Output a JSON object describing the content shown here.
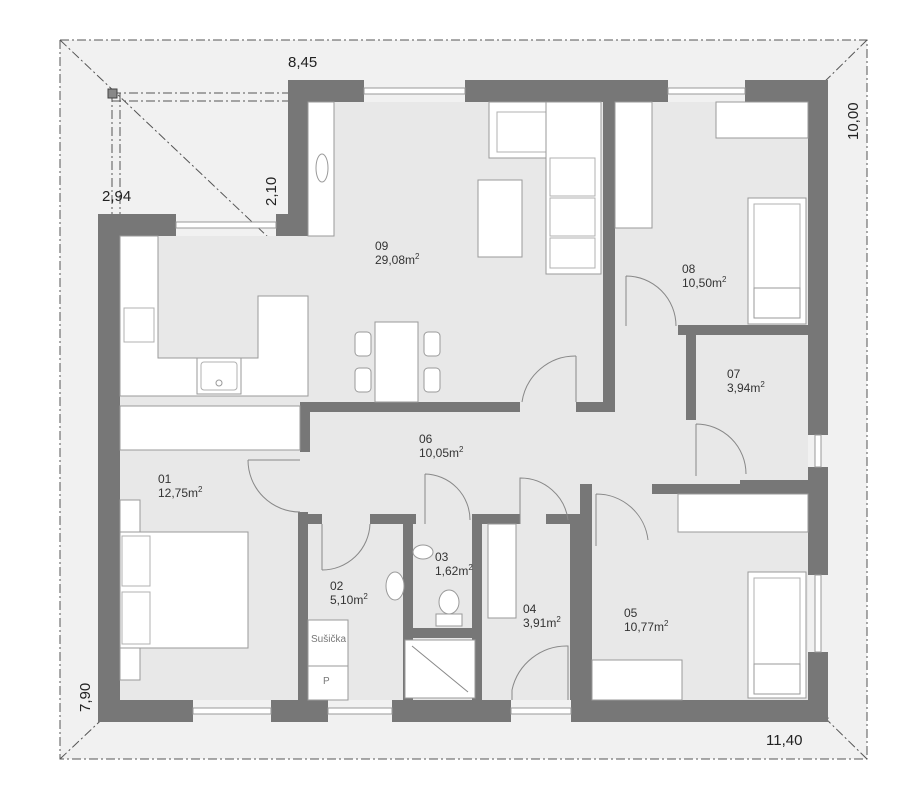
{
  "dimensions": {
    "top": "8,45",
    "right_top": "10,00",
    "left_top_width": "2,94",
    "left_top_height": "2,10",
    "left_bottom": "7,90",
    "bottom_right": "11,40"
  },
  "rooms": [
    {
      "id": "room-09",
      "number": "09",
      "area": "29,08",
      "unit": "m",
      "sup": "2"
    },
    {
      "id": "room-08",
      "number": "08",
      "area": "10,50",
      "unit": "m",
      "sup": "2"
    },
    {
      "id": "room-07",
      "number": "07",
      "area": "3,94",
      "unit": "m",
      "sup": "2"
    },
    {
      "id": "room-06",
      "number": "06",
      "area": "10,05",
      "unit": "m",
      "sup": "2"
    },
    {
      "id": "room-01",
      "number": "01",
      "area": "12,75",
      "unit": "m",
      "sup": "2"
    },
    {
      "id": "room-02",
      "number": "02",
      "area": "5,10",
      "unit": "m",
      "sup": "2"
    },
    {
      "id": "room-03",
      "number": "03",
      "area": "1,62",
      "unit": "m",
      "sup": "2"
    },
    {
      "id": "room-04",
      "number": "04",
      "area": "3,91",
      "unit": "m",
      "sup": "2"
    },
    {
      "id": "room-05",
      "number": "05",
      "area": "10,77",
      "unit": "m",
      "sup": "2"
    }
  ],
  "appliances": {
    "dryer": "Sušička",
    "washer": "P"
  },
  "colors": {
    "floor": "#e8e8e8",
    "wall": "#777777",
    "roof_outline": "#555555"
  }
}
